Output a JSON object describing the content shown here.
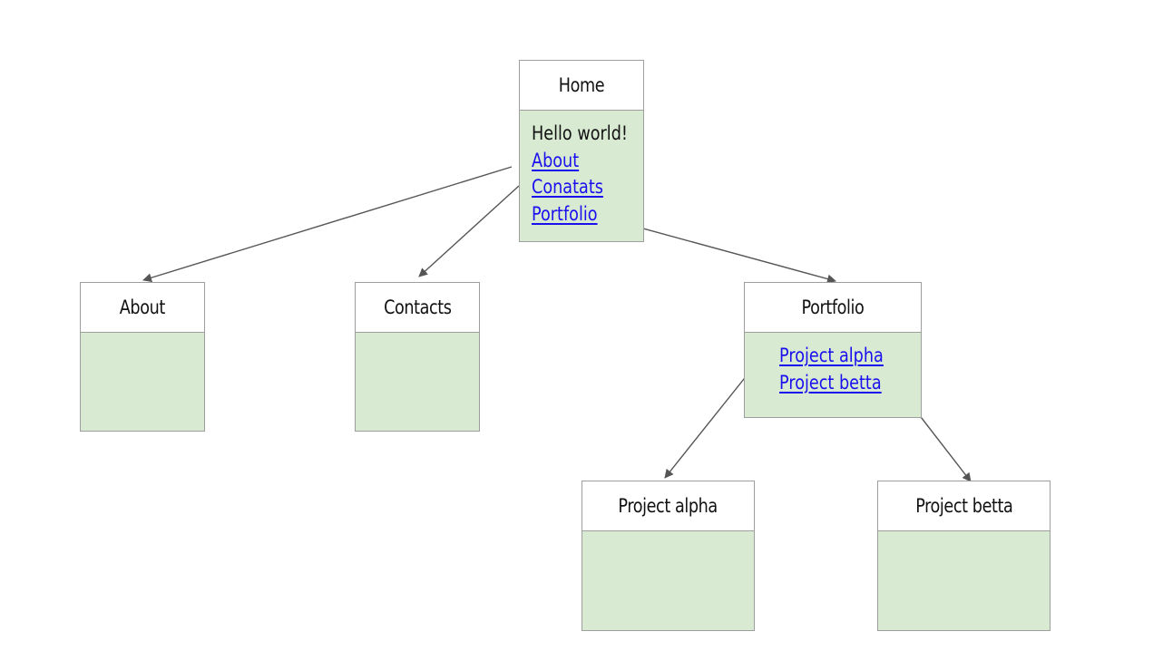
{
  "colors": {
    "node_fill": "#d9ead3",
    "node_header_fill": "#ffffff",
    "node_border": "#9e9e9e",
    "link": "#1a10ee",
    "edge": "#555555"
  },
  "nodes": {
    "home": {
      "title": "Home",
      "text": "Hello world!",
      "links": [
        "About",
        "Conatats",
        "Portfolio"
      ]
    },
    "about": {
      "title": "About"
    },
    "contacts": {
      "title": "Contacts"
    },
    "portfolio": {
      "title": "Portfolio",
      "links": [
        "Project alpha",
        "Project betta"
      ]
    },
    "project_alpha": {
      "title": "Project alpha"
    },
    "project_betta": {
      "title": "Project betta"
    }
  },
  "edges": [
    {
      "from": "home.links.0",
      "to": "about"
    },
    {
      "from": "home.links.1",
      "to": "contacts"
    },
    {
      "from": "home.links.2",
      "to": "portfolio"
    },
    {
      "from": "portfolio.links.0",
      "to": "project_alpha"
    },
    {
      "from": "portfolio.links.1",
      "to": "project_betta"
    }
  ]
}
